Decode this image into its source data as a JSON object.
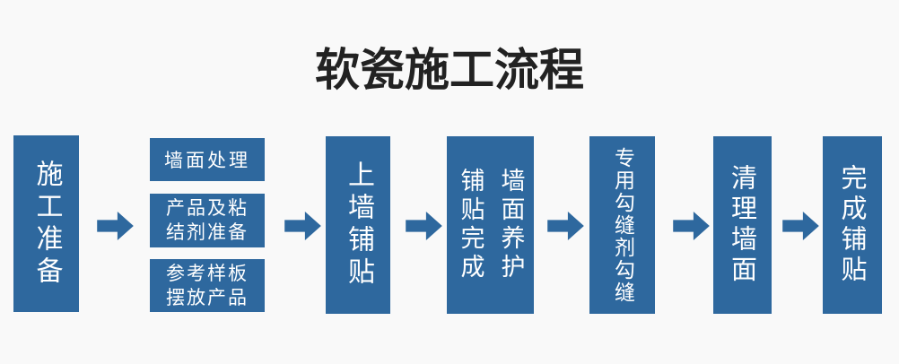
{
  "colors": {
    "accent": "#2e689e",
    "background": "#f9f9f9",
    "title": "#222222",
    "box_text": "#ffffff"
  },
  "title": "软瓷施工流程",
  "flowchart": {
    "step1": {
      "label": "施工准备"
    },
    "step2": {
      "items": [
        {
          "label": "墙面处理"
        },
        {
          "label": "产品及粘\n结剂准备"
        },
        {
          "label": "参考样板\n摆放产品"
        }
      ]
    },
    "step3": {
      "label": "上墙铺贴"
    },
    "step4": {
      "columns": [
        "铺贴完成",
        "墙面养护"
      ]
    },
    "step5": {
      "label": "专用勾缝剂勾缝"
    },
    "step6": {
      "label": "清理墙面"
    },
    "step7": {
      "label": "完成铺贴"
    },
    "arrow": "right-block-arrow"
  }
}
